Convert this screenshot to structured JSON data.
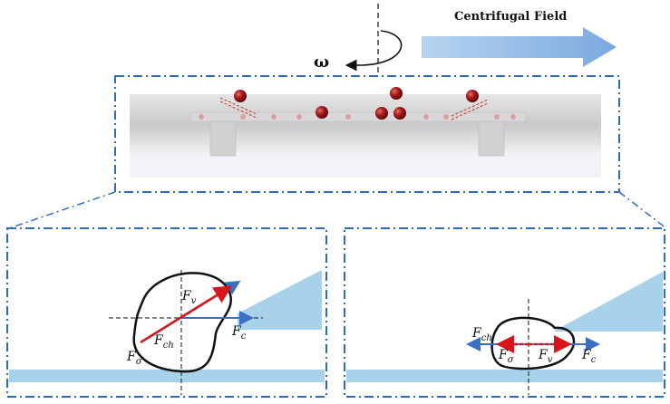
{
  "centrifugal_field_label": "Centrifugal Field",
  "omega_label": "ω",
  "colors": {
    "frame_blue": "#2f6db8",
    "field_arrow": "#8fb8e6",
    "wedge": "#a8d2ea",
    "droplet": "#8b0d0d",
    "force_red": "#d9141a",
    "force_blue": "#3b6fc4",
    "chip_gray": "#c8c8c8"
  },
  "left_panel": {
    "forces": [
      {
        "main": "F",
        "sub": "v"
      },
      {
        "main": "F",
        "sub": "ch"
      },
      {
        "main": "F",
        "sub": "c"
      },
      {
        "main": "F",
        "sub": "σ"
      }
    ]
  },
  "right_panel": {
    "forces": [
      {
        "main": "F",
        "sub": "ch"
      },
      {
        "main": "F",
        "sub": "σ"
      },
      {
        "main": "F",
        "sub": "v"
      },
      {
        "main": "F",
        "sub": "c"
      }
    ]
  }
}
